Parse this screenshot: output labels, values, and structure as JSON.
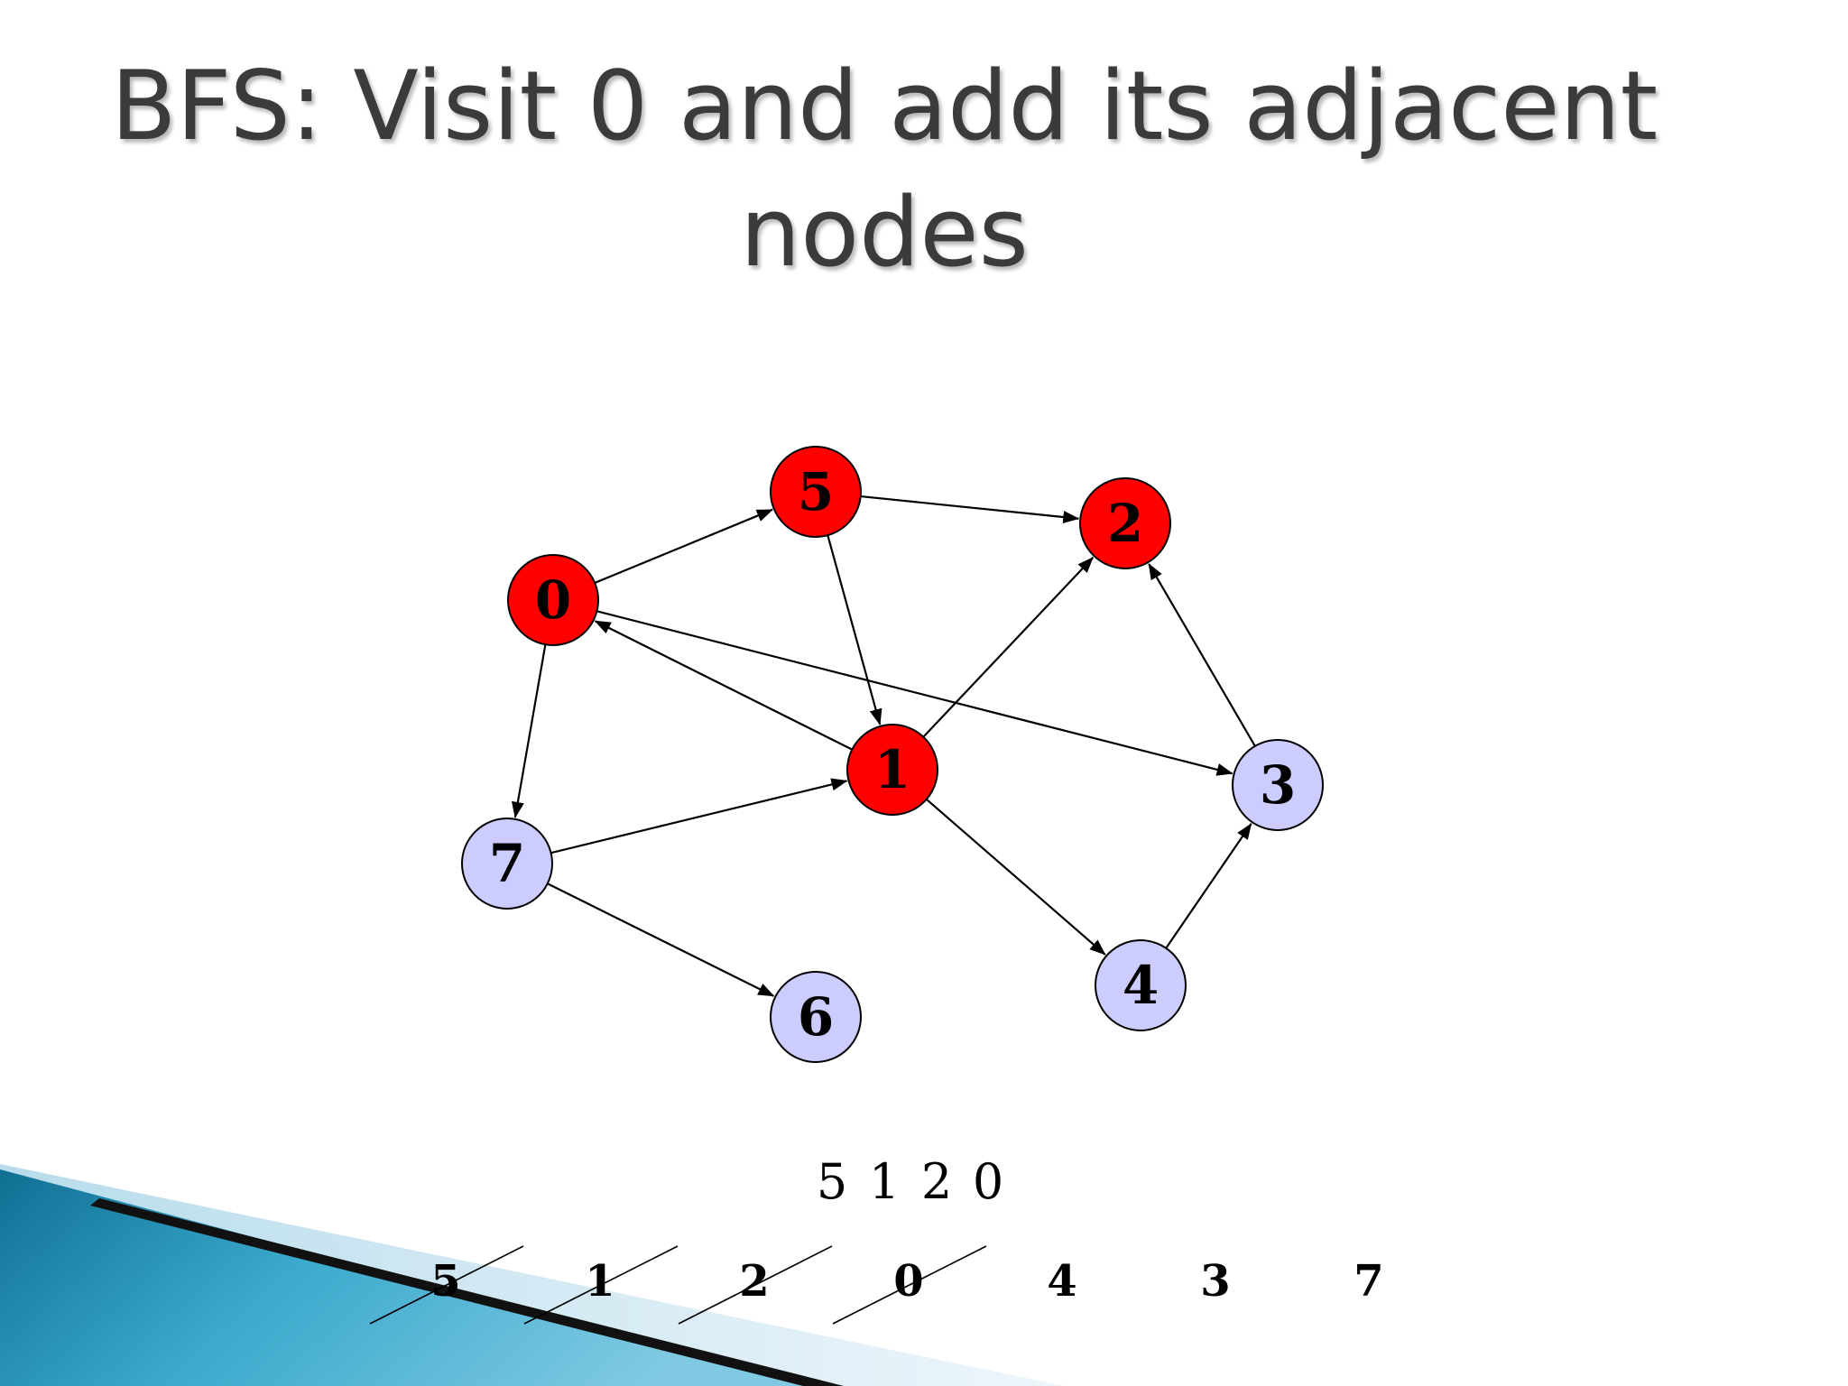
{
  "title": {
    "line1": "BFS: Visit 0 and add its adjacent",
    "line2": "nodes"
  },
  "colors": {
    "visited": "#ff0000",
    "unvisited": "#ccccff",
    "edge": "#000000",
    "accent_dark": "#1a8fb0",
    "accent_light": "#cfe6f2"
  },
  "graph": {
    "nodes": [
      {
        "id": "0",
        "label": "0",
        "state": "visited"
      },
      {
        "id": "5",
        "label": "5",
        "state": "visited"
      },
      {
        "id": "2",
        "label": "2",
        "state": "visited"
      },
      {
        "id": "1",
        "label": "1",
        "state": "visited"
      },
      {
        "id": "3",
        "label": "3",
        "state": "unvisited"
      },
      {
        "id": "7",
        "label": "7",
        "state": "unvisited"
      },
      {
        "id": "4",
        "label": "4",
        "state": "unvisited"
      },
      {
        "id": "6",
        "label": "6",
        "state": "unvisited"
      }
    ],
    "edges": [
      {
        "from": "0",
        "to": "5"
      },
      {
        "from": "5",
        "to": "2"
      },
      {
        "from": "5",
        "to": "1"
      },
      {
        "from": "1",
        "to": "0"
      },
      {
        "from": "0",
        "to": "3"
      },
      {
        "from": "0",
        "to": "7"
      },
      {
        "from": "1",
        "to": "2"
      },
      {
        "from": "3",
        "to": "2"
      },
      {
        "from": "7",
        "to": "1"
      },
      {
        "from": "1",
        "to": "4"
      },
      {
        "from": "4",
        "to": "3"
      },
      {
        "from": "7",
        "to": "6"
      }
    ]
  },
  "visit_sequence": [
    "5",
    "1",
    "2",
    "0"
  ],
  "queue": [
    {
      "label": "5",
      "crossed": true
    },
    {
      "label": "1",
      "crossed": true
    },
    {
      "label": "2",
      "crossed": true
    },
    {
      "label": "0",
      "crossed": true
    },
    {
      "label": "4",
      "crossed": false
    },
    {
      "label": "3",
      "crossed": false
    },
    {
      "label": "7",
      "crossed": false
    }
  ]
}
